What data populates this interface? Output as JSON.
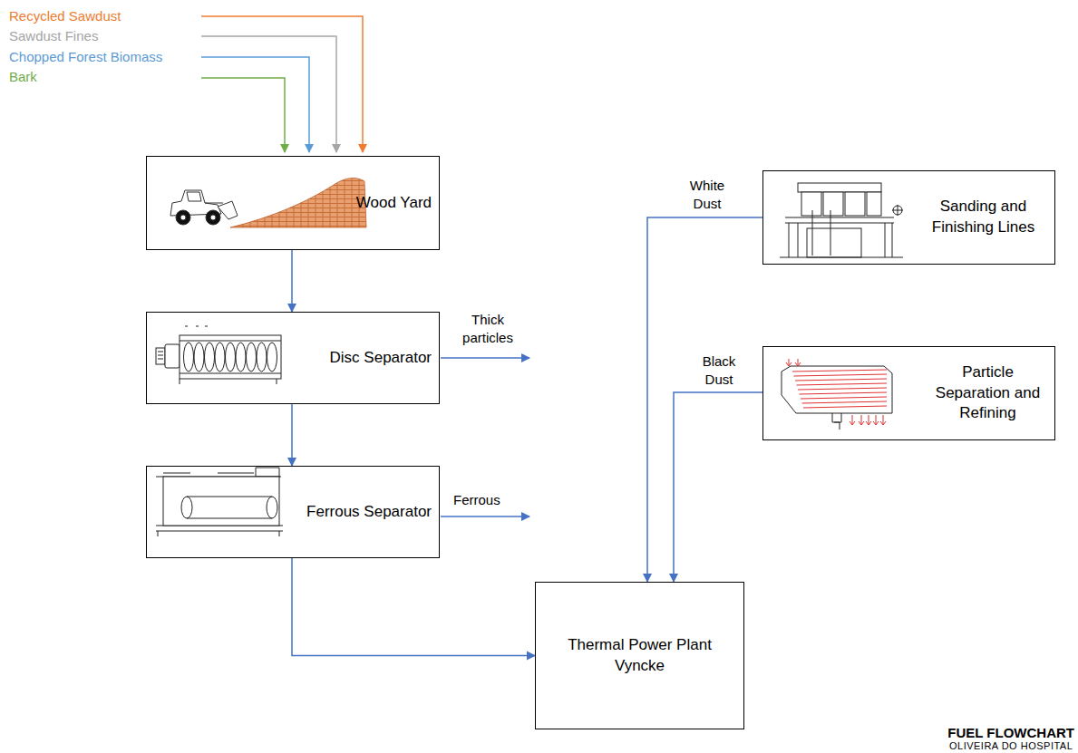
{
  "diagram": {
    "title": "FUEL FLOWCHART",
    "caption": "OLIVEIRA DO HOSPITAL",
    "nodes": [
      {
        "text": [
          "Wood Yard"
        ]
      },
      {
        "text": [
          "Sanding and Finishing Lines"
        ]
      },
      {
        "text": [
          "Disc Separator"
        ]
      },
      {
        "text": [
          "Particle Separation and Refining"
        ]
      },
      {
        "text": [
          "Ferrous Separator"
        ]
      },
      {
        "text": [
          "Thermal Power Plant Vyncke"
        ]
      }
    ],
    "edges": [
      {
        "from": 0,
        "to": 2,
        "arrow": "to"
      },
      {
        "from": 2,
        "to": 4,
        "arrow": "to"
      },
      {
        "from": 4,
        "to": 5,
        "arrow": "to"
      },
      {
        "from": 1,
        "to": 5,
        "label": "White Dust",
        "arrow": "to"
      },
      {
        "from": 3,
        "to": 5,
        "label": "Black Dust",
        "arrow": "to"
      }
    ],
    "labels": [
      "Recycled Sawdust",
      "Sawdust Fines",
      "Chopped Forest Biomass",
      "Bark",
      "Thick particles",
      "Ferrous"
    ]
  }
}
